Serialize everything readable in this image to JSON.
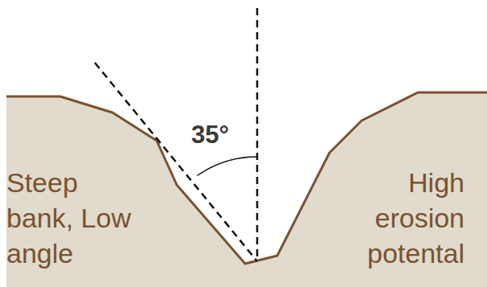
{
  "diagram": {
    "labels": [
      "35°",
      "Steep bank, Low angle",
      "High erosion potental"
    ]
  }
}
